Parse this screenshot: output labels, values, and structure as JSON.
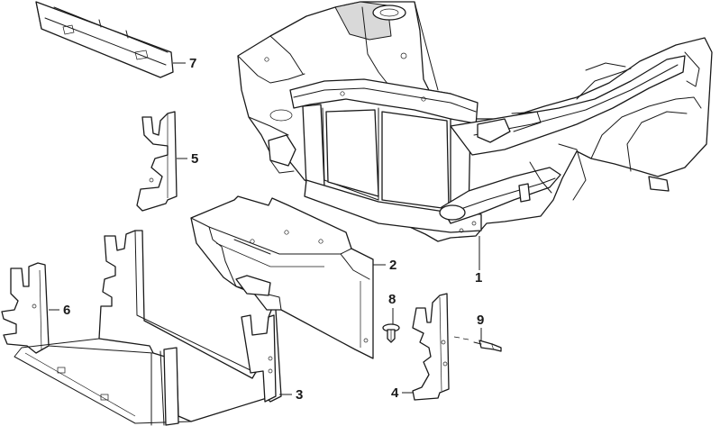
{
  "diagram": {
    "callouts": [
      {
        "id": "c1",
        "label": "1",
        "part": "front-body-frame"
      },
      {
        "id": "c2",
        "label": "2",
        "part": "lower-air-duct"
      },
      {
        "id": "c3",
        "label": "3",
        "part": "bumper-carrier-tray"
      },
      {
        "id": "c4",
        "label": "4",
        "part": "right-bracket"
      },
      {
        "id": "c5",
        "label": "5",
        "part": "left-bracket"
      },
      {
        "id": "c6",
        "label": "6",
        "part": "side-bracket"
      },
      {
        "id": "c7",
        "label": "7",
        "part": "upper-reinforcement-bar"
      },
      {
        "id": "c8",
        "label": "8",
        "part": "expanding-rivet"
      },
      {
        "id": "c9",
        "label": "9",
        "part": "bolt"
      }
    ]
  }
}
